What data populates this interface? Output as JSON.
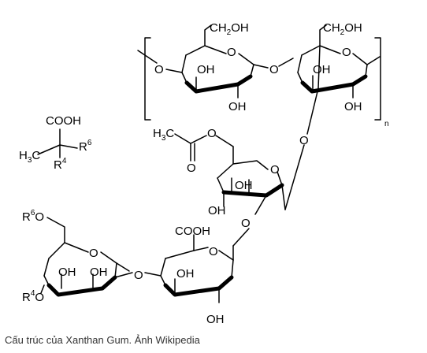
{
  "caption": "Cấu trúc của Xanthan Gum. Ảnh Wikipedia",
  "structure": {
    "labels": {
      "ch2oh": "CH",
      "ch2oh_sub": "2",
      "ch2oh_tail": "OH",
      "oh": "OH",
      "o": "O",
      "cooh": "COOH",
      "n": "n",
      "h3c": "H",
      "h3c_sub": "3",
      "h3c_tail": "C",
      "r6": "R",
      "r6_sup": "6",
      "r4": "R",
      "r4_sup": "4",
      "r6o_tail": "O"
    }
  }
}
